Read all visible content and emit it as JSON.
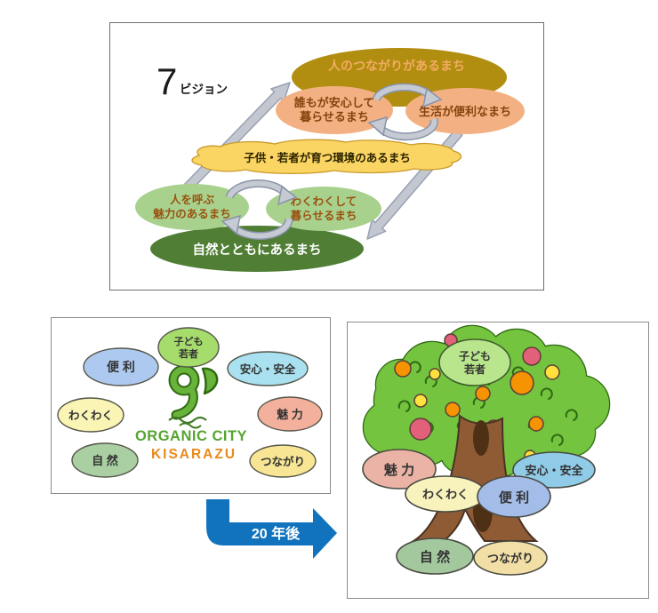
{
  "vision_panel": {
    "heading": {
      "number": "7",
      "suffix": "ビジョン"
    },
    "top_ellipse": {
      "label": "人のつながりがあるまち",
      "fill": "#B18E10",
      "text_color": "#F2AC62"
    },
    "safe_ellipse": {
      "line1": "誰もが安心して",
      "line2": "暮らせるまち",
      "fill": "#F3B183",
      "text_color": "#87430E"
    },
    "convenient_ellipse": {
      "label": "生活が便利なまち",
      "fill": "#F3B183",
      "text_color": "#87430E"
    },
    "banner": {
      "label": "子供・若者が育つ環境のあるまち",
      "fill": "#FBD563",
      "text_color": "#2B2300"
    },
    "attract_ellipse": {
      "line1": "人を呼ぶ",
      "line2": "魅力のあるまち",
      "fill": "#A9D18E",
      "text_color": "#9A5310"
    },
    "exciting_ellipse": {
      "line1": "わくわくして",
      "line2": "暮らせるまち",
      "fill": "#A9D18E",
      "text_color": "#9A5310"
    },
    "nature_ellipse": {
      "label": "自然とともにあるまち",
      "fill": "#507E35",
      "text_color": "#FFFFFF"
    }
  },
  "present_panel": {
    "bubbles": [
      {
        "id": "kodomo",
        "line1": "子ども",
        "line2": "若者",
        "fill": "#A6DC6C"
      },
      {
        "id": "benri",
        "label": "便 利",
        "fill": "#AEC9F0"
      },
      {
        "id": "anshin",
        "label": "安心・安全",
        "fill": "#A9E1F0"
      },
      {
        "id": "wakuwaku",
        "label": "わくわく",
        "fill": "#FAF4B5"
      },
      {
        "id": "miryoku",
        "label": "魅 力",
        "fill": "#F3B09C"
      },
      {
        "id": "shizen",
        "label": "自 然",
        "fill": "#A9CFA2"
      },
      {
        "id": "tsunagari",
        "label": "つながり",
        "fill": "#F8E694"
      }
    ],
    "logo": {
      "line1": "ORGANIC CITY",
      "line2": "KISARAZU",
      "line1_color": "#56A431",
      "line2_color": "#E8891D"
    }
  },
  "transition_arrow": {
    "label": "20 年後",
    "fill": "#1173BE",
    "text_color": "#FFFFFF"
  },
  "future_panel": {
    "bubbles": [
      {
        "id": "kodomo",
        "line1": "子ども",
        "line2": "若者",
        "fill": "#B9E58C"
      },
      {
        "id": "miryoku",
        "label": "魅 力",
        "fill": "#EBB3A6"
      },
      {
        "id": "anshin",
        "label": "安心・安全",
        "fill": "#90CBE8"
      },
      {
        "id": "wakuwaku",
        "label": "わくわく",
        "fill": "#F8F2BC"
      },
      {
        "id": "benri",
        "label": "便 利",
        "fill": "#A4BCE8"
      },
      {
        "id": "shizen",
        "label": "自 然",
        "fill": "#A3C89E"
      },
      {
        "id": "tsunagari",
        "label": "つながり",
        "fill": "#F2DFA6"
      }
    ]
  }
}
